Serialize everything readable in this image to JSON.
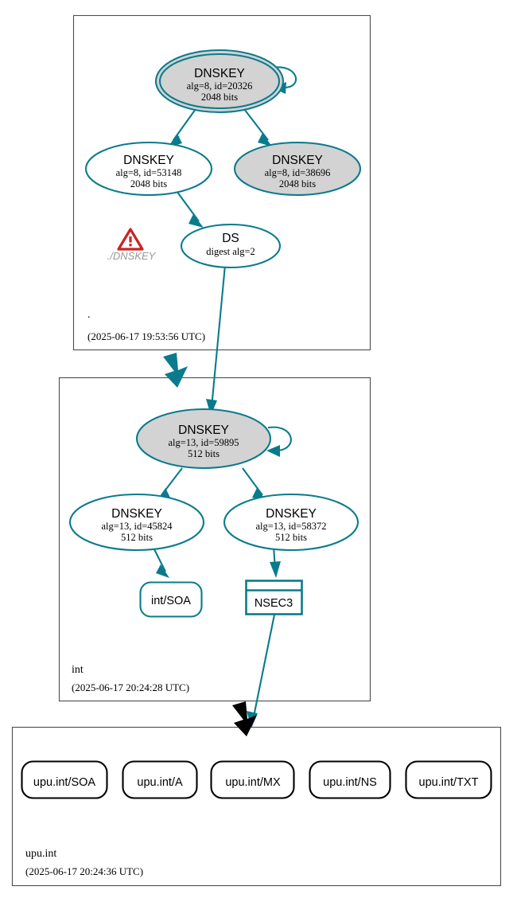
{
  "diagram": {
    "type": "dnssec-authentication-chain",
    "colors": {
      "secure_teal": "#0a7b8c",
      "zone_border": "#4d4d4d",
      "ksk_fill": "#d3d3d3",
      "zsk_fill": "#ffffff",
      "warning_red": "#cc2222",
      "warning_label": "#999999",
      "delegation_insecure": "#000000"
    }
  },
  "zones": [
    {
      "id": "root",
      "name": ".",
      "timestamp": "(2025-06-17 19:53:56 UTC)",
      "nodes": [
        {
          "id": "root-ksk-20326",
          "shape": "doubleellipse",
          "fill": "#d3d3d3",
          "title": "DNSKEY",
          "line2": "alg=8, id=20326",
          "line3": "2048 bits",
          "alg": 8,
          "key_id": 20326,
          "bits": 2048,
          "self_signed": true,
          "trust_anchor": true
        },
        {
          "id": "root-zsk-53148",
          "shape": "ellipse",
          "fill": "#ffffff",
          "title": "DNSKEY",
          "line2": "alg=8, id=53148",
          "line3": "2048 bits",
          "alg": 8,
          "key_id": 53148,
          "bits": 2048,
          "self_signed": false,
          "trust_anchor": false
        },
        {
          "id": "root-ksk-38696",
          "shape": "ellipse",
          "fill": "#d3d3d3",
          "title": "DNSKEY",
          "line2": "alg=8, id=38696",
          "line3": "2048 bits",
          "alg": 8,
          "key_id": 38696,
          "bits": 2048,
          "self_signed": false,
          "trust_anchor": false
        },
        {
          "id": "root-ds",
          "shape": "ellipse",
          "fill": "#ffffff",
          "title": "DS",
          "line2": "digest alg=2",
          "line3": "",
          "digest_alg": 2
        }
      ],
      "warning": {
        "icon": "warning-triangle-icon",
        "label": "./DNSKEY"
      }
    },
    {
      "id": "int",
      "name": "int",
      "timestamp": "(2025-06-17 20:24:28 UTC)",
      "nodes": [
        {
          "id": "int-ksk-59895",
          "shape": "ellipse",
          "fill": "#d3d3d3",
          "title": "DNSKEY",
          "line2": "alg=13, id=59895",
          "line3": "512 bits",
          "alg": 13,
          "key_id": 59895,
          "bits": 512,
          "self_signed": true
        },
        {
          "id": "int-zsk-45824",
          "shape": "ellipse",
          "fill": "#ffffff",
          "title": "DNSKEY",
          "line2": "alg=13, id=45824",
          "line3": "512 bits",
          "alg": 13,
          "key_id": 45824,
          "bits": 512,
          "self_signed": false
        },
        {
          "id": "int-zsk-58372",
          "shape": "ellipse",
          "fill": "#ffffff",
          "title": "DNSKEY",
          "line2": "alg=13, id=58372",
          "line3": "512 bits",
          "alg": 13,
          "key_id": 58372,
          "bits": 512,
          "self_signed": false
        },
        {
          "id": "int-soa",
          "shape": "rounded-rect",
          "label": "int/SOA"
        },
        {
          "id": "int-nsec3",
          "shape": "double-rect",
          "label": "NSEC3"
        }
      ]
    },
    {
      "id": "upu-int",
      "name": "upu.int",
      "timestamp": "(2025-06-17 20:24:36 UTC)",
      "nodes": [
        {
          "id": "upu-soa",
          "shape": "rounded-rect",
          "label": "upu.int/SOA"
        },
        {
          "id": "upu-a",
          "shape": "rounded-rect",
          "label": "upu.int/A"
        },
        {
          "id": "upu-mx",
          "shape": "rounded-rect",
          "label": "upu.int/MX"
        },
        {
          "id": "upu-ns",
          "shape": "rounded-rect",
          "label": "upu.int/NS"
        },
        {
          "id": "upu-txt",
          "shape": "rounded-rect",
          "label": "upu.int/TXT"
        }
      ]
    }
  ]
}
